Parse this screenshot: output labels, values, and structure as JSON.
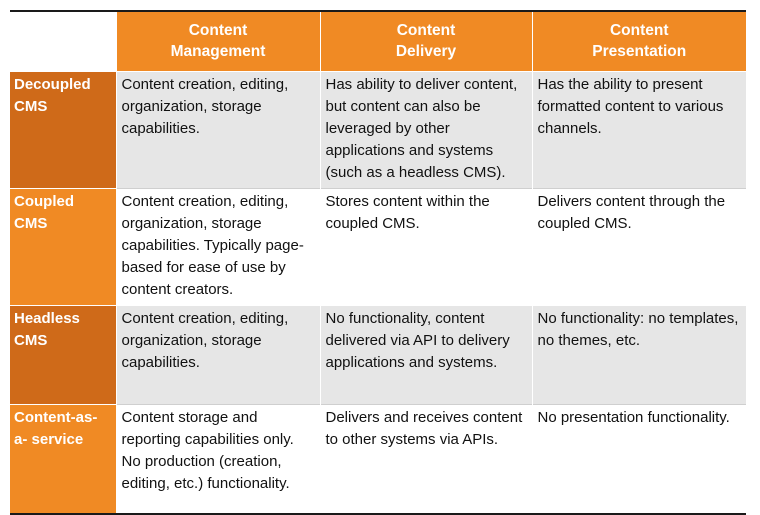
{
  "table": {
    "columns": [
      {
        "line1": "Content",
        "line2": "Management"
      },
      {
        "line1": "Content",
        "line2": "Delivery"
      },
      {
        "line1": "Content",
        "line2": "Presentation"
      }
    ],
    "rows": [
      {
        "header_line1": "Decoupled",
        "header_line2": "CMS",
        "management": "Content creation, editing, organization, storage capabilities.",
        "delivery": "Has ability to deliver content, but content can also be leveraged by other applications and systems (such as a headless CMS).",
        "presentation": "Has the ability to present formatted content to various channels."
      },
      {
        "header_line1": "Coupled",
        "header_line2": "CMS",
        "management": "Content creation, editing, organization, storage capabilities.  Typically page-based for ease of use by content creators.",
        "delivery": "Stores content within the coupled CMS.",
        "presentation": "Delivers content through the coupled CMS."
      },
      {
        "header_line1": "Headless",
        "header_line2": "CMS",
        "management": "Content creation, editing, organization, storage capabilities.",
        "delivery": "No functionality, content delivered via API to delivery applications and systems.",
        "presentation": "No functionality: no templates, no themes, etc."
      },
      {
        "header_line1": "Content-as-",
        "header_line2": "a- service",
        "management": "Content storage and reporting capabilities only. No production (creation, editing, etc.) functionality.",
        "delivery": "Delivers and receives content to other systems via APIs.",
        "presentation": "No presentation functionality."
      }
    ]
  },
  "colors": {
    "header_orange": "#f08a24",
    "row_header_dark": "#cf6a19",
    "row_header_bright": "#f08a24",
    "shaded_row": "#e6e6e6"
  }
}
